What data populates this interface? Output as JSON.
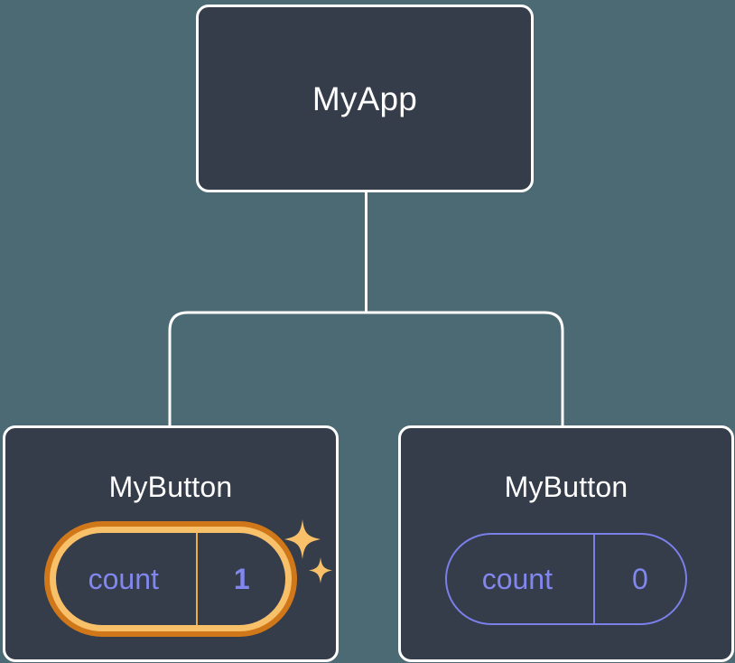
{
  "diagram": {
    "type": "component-tree",
    "background_color": "#4c6a73",
    "node_fill": "#353c4a",
    "node_border_color": "#ffffff",
    "edge_color": "#ffffff",
    "accent_highlight_outer": "#cf7719",
    "accent_highlight_inner": "#f9c06a",
    "state_text_color": "#8287ef",
    "title_text_color": "#ffffff"
  },
  "root": {
    "title": "MyApp"
  },
  "children": [
    {
      "title": "MyButton",
      "state": {
        "key": "count",
        "value": "1"
      },
      "highlighted": true,
      "sparkle_icons": [
        "sparkle-large-icon",
        "sparkle-small-icon"
      ]
    },
    {
      "title": "MyButton",
      "state": {
        "key": "count",
        "value": "0"
      },
      "highlighted": false
    }
  ]
}
